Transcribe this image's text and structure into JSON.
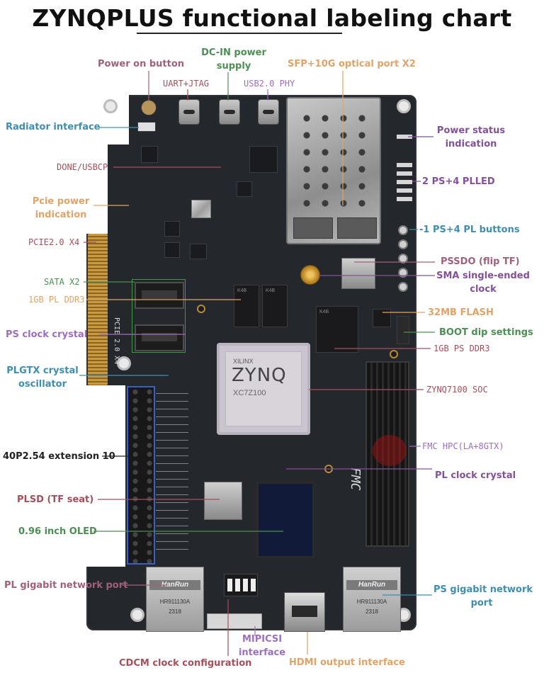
{
  "title": "ZYNQPLUS functional labeling chart",
  "colors": {
    "mauve": "#a0607a",
    "green": "#4c8f52",
    "orange": "#e2a366",
    "blue": "#3d8fb0",
    "purple": "#9d6ec0",
    "crimson": "#a84e5b",
    "violet": "#835199",
    "dark": "#222222",
    "board": "#24272c"
  },
  "labels": {
    "power_on_button": "Power on button",
    "dc_in_power_supply_1": "DC-IN power",
    "dc_in_power_supply_2": "supply",
    "sfp_optical_port": "SFP+10G optical port X2",
    "uart_jtag": "UART+JTAG",
    "usb2_phy": "USB2.0 PHY",
    "radiator_interface": "Radiator interface",
    "power_status_indication_1": "Power status",
    "power_status_indication_2": "indication",
    "done_usbcp": "DONE/USBCP",
    "ps_pl_led": "2 PS+4 PLLED",
    "pcie_power_indication_1": "Pcie power",
    "pcie_power_indication_2": "indication",
    "ps_pl_buttons": "-1 PS+4 PL buttons",
    "pcie_x4": "PCIE2.0 X4",
    "pssdo": "PSSDO (flip TF)",
    "sma_clock_1": "SMA single-ended",
    "sma_clock_2": "clock",
    "sata_x2": "SATA X2",
    "pl_ddr3": "1GB PL DDR3",
    "flash_32mb": "32MB FLASH",
    "ps_clock_crystal": "PS clock crystal",
    "boot_dip": "BOOT dip settings",
    "ps_ddr3": "1GB PS DDR3",
    "plgtx_crystal_1": "PLGTX crystal",
    "plgtx_crystal_2": "oscillator",
    "zynq_soc": "ZYNQ7100 SOC",
    "fmc_hpc": "FMC HPC(LA+8GTX)",
    "extension_40p": "40P2.54 extension 10",
    "pl_clock_crystal": "PL clock crystal",
    "plsd": "PLSD (TF seat)",
    "oled": "0.96 inch OLED",
    "pl_gigabit_port": "PL gigabit network port",
    "ps_gigabit_port_1": "PS gigabit network",
    "ps_gigabit_port_2": "port",
    "mipicsi_1": "MIPICSI",
    "mipicsi_2": "interface",
    "cdcm_clock": "CDCM clock configuration",
    "hdmi_output": "HDMI output interface"
  },
  "board_print": {
    "soc_brand": "XILINX",
    "soc_name": "ZYNQ",
    "soc_part": "XC7Z100",
    "pcie_silk": "PCIE 2.0 X4",
    "rj45_brand": "HanRun",
    "rj45_part": "HR911130A",
    "rj45_code": "2318",
    "fmc_silk": "FMC"
  }
}
